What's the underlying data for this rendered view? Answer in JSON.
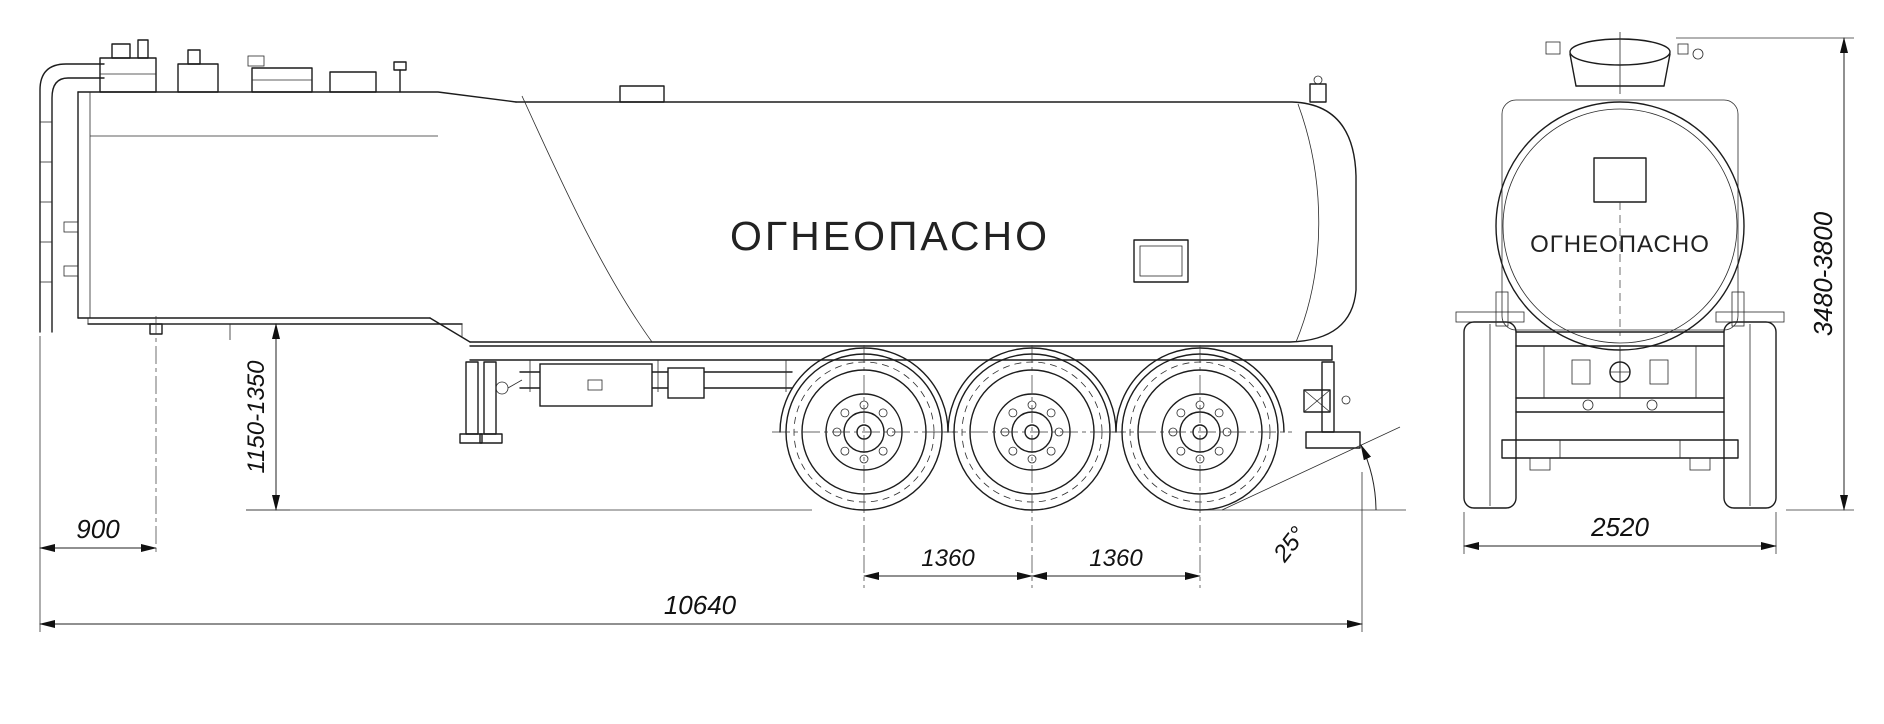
{
  "drawing": {
    "subject": "tanker-semitrailer-two-view-technical-drawing",
    "labels": {
      "side_flammable": "ОГНЕОПАСНО",
      "front_flammable": "ОГНЕОПАСНО"
    },
    "dimensions": {
      "front_overhang": "900",
      "fifth_wheel_height": "1150-1350",
      "axle_spacing_1": "1360",
      "axle_spacing_2": "1360",
      "rear_departure_angle": "25°",
      "overall_length": "10640",
      "overall_width": "2520",
      "overall_height": "3480-3800"
    },
    "colors": {
      "line": "#1c1c1c",
      "background": "#ffffff"
    }
  }
}
